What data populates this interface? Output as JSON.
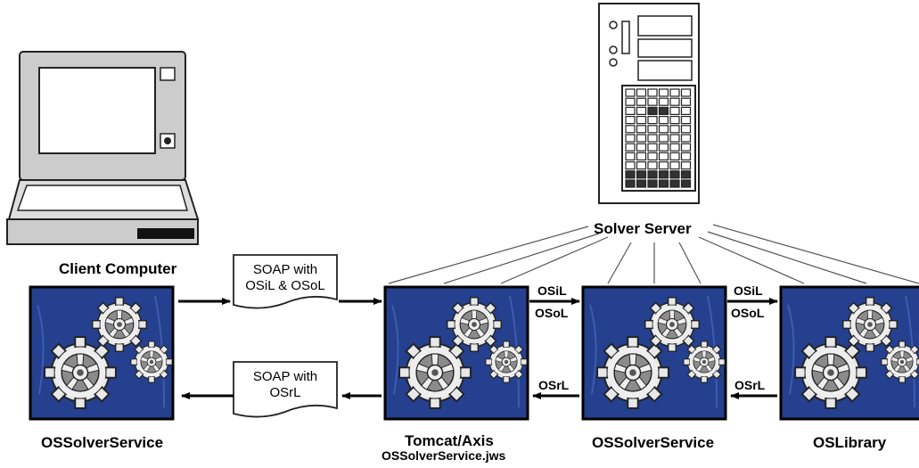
{
  "nodes": {
    "client_computer": "Client Computer",
    "solver_server": "Solver Server",
    "client_service": "OSSolverService",
    "tomcat_title": "Tomcat/Axis",
    "tomcat_sub": "OSSolverService.jws",
    "server_service": "OSSolverService",
    "library": "OSLibrary"
  },
  "messages": {
    "soap_request_line1": "SOAP with",
    "soap_request_line2": "OSiL & OSoL",
    "soap_response_line1": "SOAP with",
    "soap_response_line2": "OSrL",
    "osil_1": "OSiL",
    "osol_1": "OSoL",
    "osrl_1": "OSrL",
    "osil_2": "OSiL",
    "osol_2": "OSoL",
    "osrl_2": "OSrL"
  },
  "colors": {
    "box_blue": "#24408e",
    "gear_fill": "#eeeeee",
    "outline": "#000000"
  }
}
